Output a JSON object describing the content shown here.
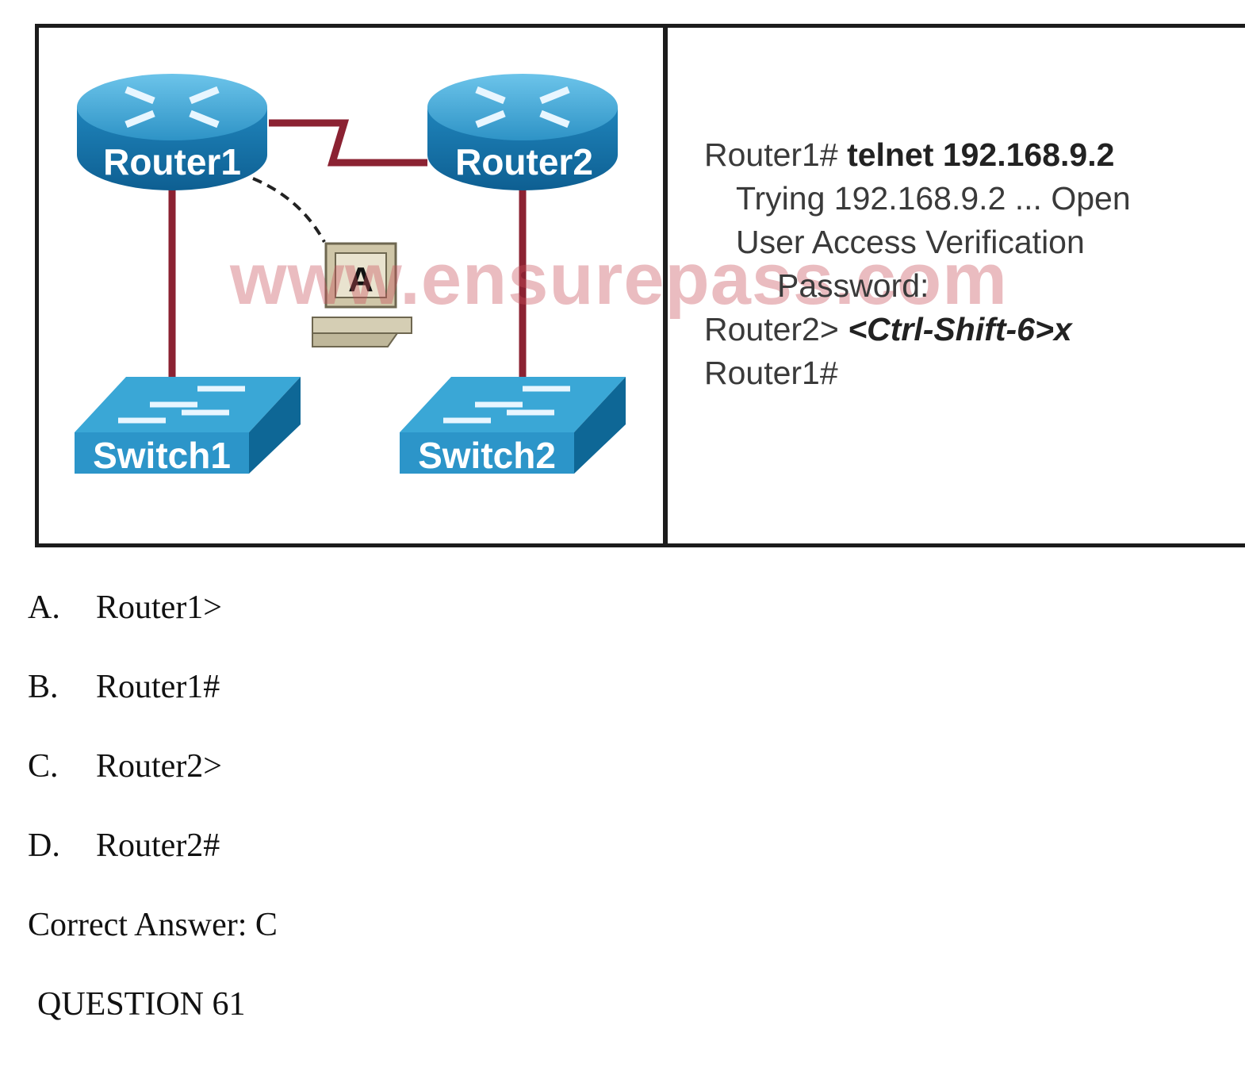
{
  "figure": {
    "devices": {
      "router1": "Router1",
      "router2": "Router2",
      "switch1": "Switch1",
      "switch2": "Switch2",
      "host": "A"
    },
    "watermark": "www.ensurepass.com",
    "console": {
      "line1_prompt": "Router1#",
      "line1_cmd": "telnet 192.168.9.2",
      "line2": "Trying 192.168.9.2 ... Open",
      "line3": "User Access Verification",
      "line4": "Password:",
      "line5_prompt": "Router2>",
      "line5_keys": "<Ctrl-Shift-6>x",
      "line6": "Router1#"
    },
    "colors": {
      "device_blue": "#2a8fc0",
      "link_red": "#8b2232"
    }
  },
  "options": [
    {
      "letter": "A.",
      "text": "Router1>"
    },
    {
      "letter": "B.",
      "text": "Router1#"
    },
    {
      "letter": "C.",
      "text": "Router2>"
    },
    {
      "letter": "D.",
      "text": "Router2#"
    }
  ],
  "answer": "Correct Answer: C",
  "next_question": "QUESTION 61"
}
